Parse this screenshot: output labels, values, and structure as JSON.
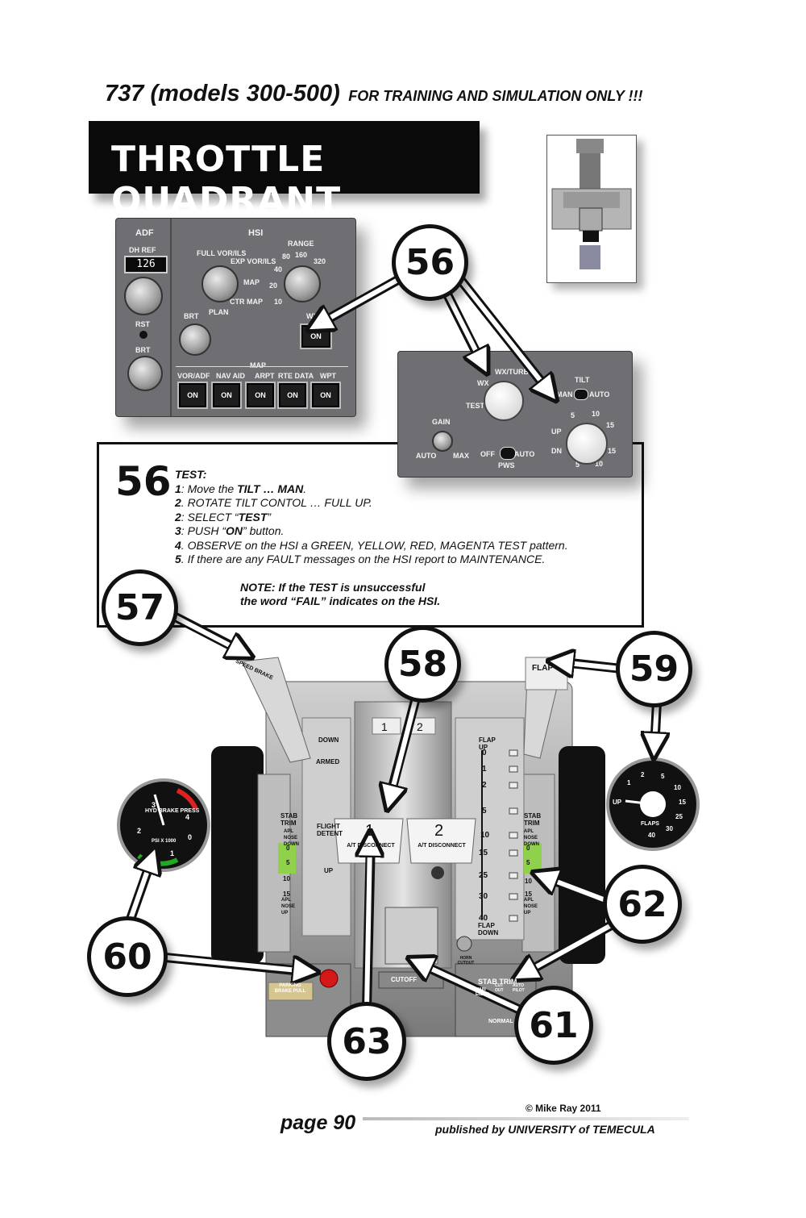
{
  "header": {
    "model": "737 (models 300-500)",
    "subtitle": "FOR TRAINING AND SIMULATION ONLY !!!"
  },
  "title": "THROTTLE QUADRANT",
  "efis_panel": {
    "adf_label": "ADF",
    "dh_ref_label": "DH REF",
    "dh_ref_value": "126",
    "rst_label": "RST",
    "brt_label": "BRT",
    "hsi_label": "HSI",
    "mode_labels": [
      "FULL VOR/ILS",
      "EXP VOR/ILS",
      "MAP",
      "CTR MAP",
      "PLAN"
    ],
    "range_label": "RANGE",
    "range_values": [
      "10",
      "20",
      "40",
      "80",
      "160",
      "320"
    ],
    "hsi_brt_label": "BRT",
    "wxr_label": "WXR",
    "wxr_button": "ON",
    "map_label": "MAP",
    "map_buttons": [
      {
        "label": "VOR/ADF",
        "button": "ON"
      },
      {
        "label": "NAV AID",
        "button": "ON"
      },
      {
        "label": "ARPT",
        "button": "ON"
      },
      {
        "label": "RTE DATA",
        "button": "ON"
      },
      {
        "label": "WPT",
        "button": "ON"
      }
    ]
  },
  "wx_panel": {
    "wx_label": "WX",
    "wx_turb_label": "WX/TURB",
    "test_label": "TEST",
    "tilt_label": "TILT",
    "man_label": "MAN",
    "auto_label": "AUTO",
    "gain_label": "GAIN",
    "gain_auto": "AUTO",
    "gain_max": "MAX",
    "pws_off": "OFF",
    "pws_auto": "AUTO",
    "pws_label": "PWS",
    "tilt_up": "UP",
    "tilt_dn": "DN",
    "tilt_scale": [
      "5",
      "10",
      "15",
      "15",
      "10",
      "5"
    ]
  },
  "instructions": {
    "callout": "56",
    "heading": "TEST:",
    "steps": [
      {
        "num": "1",
        "text": ":  Move the ",
        "bold": "TILT … MAN",
        "tail": "."
      },
      {
        "num": "2",
        "text": ".  ROTATE TILT CONTOL … FULL UP.",
        "bold": "",
        "tail": ""
      },
      {
        "num": "2",
        "text": ":  SELECT “",
        "bold": "TEST",
        "tail": "”"
      },
      {
        "num": "3",
        "text": ":  PUSH “",
        "bold": "ON",
        "tail": "” button."
      },
      {
        "num": "4",
        "text": ". OBSERVE on the HSI a GREEN, YELLOW, RED, MAGENTA TEST pattern.",
        "bold": "",
        "tail": ""
      },
      {
        "num": "5",
        "text": ".  If there are any FAULT messages on the HSI report to MAINTENANCE.",
        "bold": "",
        "tail": ""
      }
    ],
    "note_line1": "NOTE:  If the TEST is unsuccessful",
    "note_line2": "the word “FAIL” indicates on the HSI."
  },
  "callouts": [
    "56",
    "57",
    "58",
    "59",
    "60",
    "61",
    "62",
    "63"
  ],
  "quadrant": {
    "speed_brake": "SPEED BRAKE",
    "down": "DOWN",
    "armed": "ARMED",
    "flight_detent": "FLIGHT DETENT",
    "up": "UP",
    "stab_trim": "STAB TRIM",
    "apl_nose_down": "APL NOSE DOWN",
    "apl_nose_up": "APL NOSE UP",
    "stab_scale_left": [
      "0",
      "5",
      "10",
      "15"
    ],
    "thrust_lever_1": "1",
    "thrust_lever_2": "2",
    "at_disconnect": "A/T DISCONNECT",
    "flap_up": "FLAP UP",
    "flap_down": "FLAP DOWN",
    "flap_scale": [
      "0",
      "1",
      "2",
      "5",
      "10",
      "15",
      "25",
      "30",
      "40"
    ],
    "flap_lever": "FLAP",
    "horn_cutout": "HORN CUTOUT",
    "cutoff": "CUTOFF",
    "parking_brake": "PARKING BRAKE PULL",
    "stab_trim_bottom": "STAB TRIM",
    "stab_trim_switch": [
      "MAIN ELECT",
      "CUT OUT",
      "AUTO PILOT"
    ],
    "stab_trim_normal": "NORMAL",
    "stab_scale_right": [
      "0",
      "5",
      "10",
      "15"
    ]
  },
  "brake_gauge": {
    "label": "HYD BRAKE PRESS",
    "unit": "PSI X 1000",
    "scale": [
      "0",
      "1",
      "2",
      "3",
      "4"
    ]
  },
  "flaps_gauge": {
    "label": "FLAPS",
    "scale": [
      "UP",
      "1",
      "2",
      "5",
      "10",
      "15",
      "25",
      "30",
      "40"
    ]
  },
  "footer": {
    "page": "page 90",
    "copyright": "© Mike Ray 2011",
    "publisher": "published by UNIVERSITY of TEMECULA"
  }
}
